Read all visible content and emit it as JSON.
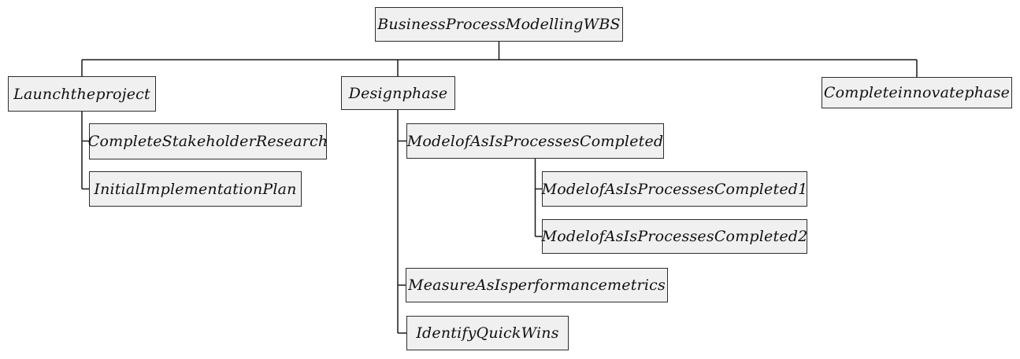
{
  "diagram": {
    "type": "work-breakdown-structure-tree",
    "title_node": "BusinessProcessModellingWBS",
    "nodes": {
      "root": {
        "label": "BusinessProcessModellingWBS",
        "level": 0
      },
      "launch": {
        "label": "Launchtheproject",
        "level": 1
      },
      "stakeholder": {
        "label": "CompleteStakeholderResearch",
        "level": 2
      },
      "implementation": {
        "label": "InitialImplementationPlan",
        "level": 2
      },
      "design": {
        "label": "Designphase",
        "level": 1
      },
      "model": {
        "label": "ModelofAsIsProcessesCompleted",
        "level": 2
      },
      "model1": {
        "label": "ModelofAsIsProcessesCompleted1",
        "level": 3
      },
      "model2": {
        "label": "ModelofAsIsProcessesCompleted2",
        "level": 3
      },
      "measure": {
        "label": "MeasureAsIsperformancemetrics",
        "level": 2
      },
      "quickwins": {
        "label": "IdentifyQuickWins",
        "level": 2
      },
      "complete": {
        "label": "Completeinnovatephase",
        "level": 1
      }
    },
    "hierarchy": {
      "BusinessProcessModellingWBS": [
        "Launchtheproject",
        "Designphase",
        "Completeinnovatephase"
      ],
      "Launchtheproject": [
        "CompleteStakeholderResearch",
        "InitialImplementationPlan"
      ],
      "Designphase": [
        "ModelofAsIsProcessesCompleted",
        "MeasureAsIsperformancemetrics",
        "IdentifyQuickWins"
      ],
      "ModelofAsIsProcessesCompleted": [
        "ModelofAsIsProcessesCompleted1",
        "ModelofAsIsProcessesCompleted2"
      ],
      "Completeinnovatephase": []
    },
    "colors": {
      "box_fill": "#f0f0f0",
      "box_border": "#2d2d2d",
      "connector": "#1a1a1a",
      "text": "#111111",
      "background": "#ffffff"
    }
  }
}
